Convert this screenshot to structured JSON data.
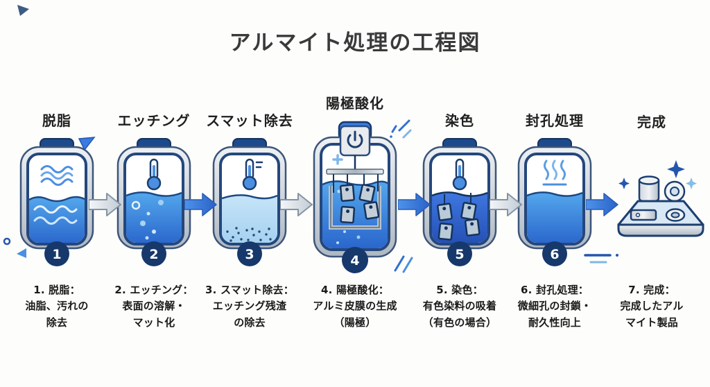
{
  "title": "アルマイト処理の工程図",
  "steps": [
    {
      "num": "1",
      "label": "脱脂",
      "icon": "waves-icon",
      "desc": "1. 脱脂：\n油脂、汚れの\n除去"
    },
    {
      "num": "2",
      "label": "エッチング",
      "icon": "thermometer-icon",
      "desc": "2. エッチング：\n表面の溶解・\nマット化"
    },
    {
      "num": "3",
      "label": "スマット除去",
      "icon": "thermometer-scale-icon",
      "desc": "3. スマット除去：\nエッチング残渣\nの除去"
    },
    {
      "num": "4",
      "label": "陽極酸化",
      "icon": "power-icon",
      "desc": "4. 陽極酸化：\nアルミ皮膜の生成\n（陽極）"
    },
    {
      "num": "5",
      "label": "染色",
      "icon": "thermometer-icon",
      "desc": "5. 染色：\n有色染料の吸着\n（有色の場合）"
    },
    {
      "num": "6",
      "label": "封孔処理",
      "icon": "steam-icon",
      "desc": "6. 封孔処理：\n微細孔の封鎖・\n耐久性向上"
    },
    {
      "num": "7",
      "label": "完成",
      "icon": "sparkle-icon",
      "desc": "7. 完成：\n完成したアル\nマイト製品"
    }
  ],
  "arrows": [
    "silver",
    "blue",
    "silver",
    "blue",
    "silver",
    "blue"
  ],
  "colors": {
    "navy_outline": "#1c3e6e",
    "cap_navy": "#1c4a8c",
    "cap_blue": "#3b7be0",
    "badge_navy": "#16386b",
    "liquid_top": "#54a7ec",
    "liquid_bottom": "#2a66cc",
    "liquid_light": "#b5daf4",
    "liquid_dark": "#2450b4",
    "silver": "#c3ccd5",
    "accent_blue": "#2f6fd2",
    "accent_light_blue": "#7db6e8",
    "text_dark": "#1a1a1a"
  }
}
